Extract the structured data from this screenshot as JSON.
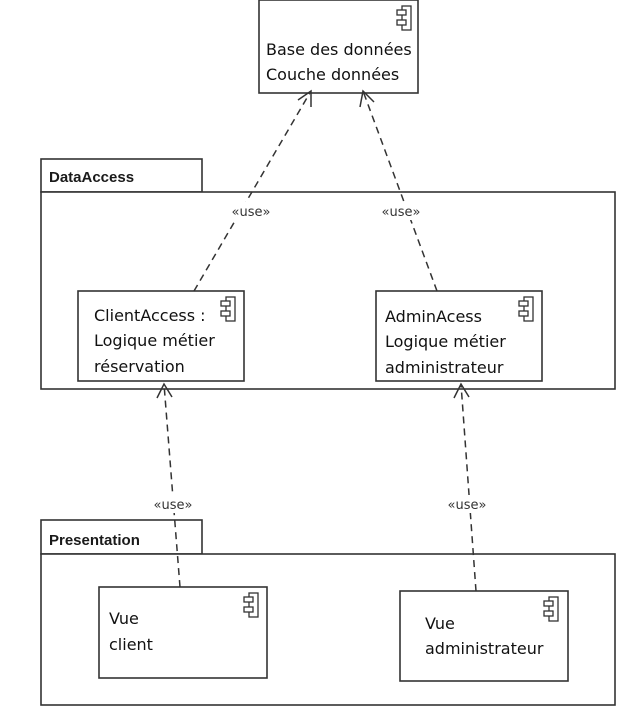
{
  "packages": {
    "data_access": {
      "label": "DataAccess"
    },
    "presentation": {
      "label": "Presentation"
    }
  },
  "components": {
    "database": {
      "lines": [
        "Base des données",
        "Couche données"
      ]
    },
    "client_access": {
      "lines": [
        "ClientAccess :",
        "Logique métier",
        "réservation"
      ]
    },
    "admin_access": {
      "lines": [
        "AdminAcess",
        "Logique métier",
        "administrateur"
      ]
    },
    "vue_client": {
      "lines": [
        "Vue",
        "client"
      ]
    },
    "vue_admin": {
      "lines": [
        "Vue",
        "administrateur"
      ]
    }
  },
  "dependencies": [
    {
      "id": "client-to-db",
      "stereotype": "«use»"
    },
    {
      "id": "admin-to-db",
      "stereotype": "«use»"
    },
    {
      "id": "vueclient-to-client",
      "stereotype": "«use»"
    },
    {
      "id": "vueadmin-to-admin",
      "stereotype": "«use»"
    }
  ],
  "icons": {
    "component": "uml-component-icon"
  }
}
